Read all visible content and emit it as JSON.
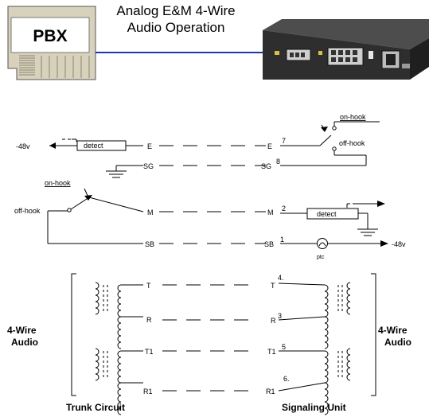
{
  "header": {
    "title_line1": "Analog E&M 4-Wire",
    "title_line2": "Audio Operation",
    "pbx_label": "PBX"
  },
  "signaling": {
    "minus48_left": "-48v",
    "detect_left": "detect",
    "E": "E",
    "SG": "SG",
    "on_hook_top": "on-hook",
    "off_hook_top": "off-hook",
    "pin_E": "7",
    "pin_SG": "8",
    "on_hook_left": "on-hook",
    "off_hook_left": "off-hook",
    "M": "M",
    "pin_M": "2",
    "detect_right": "detect",
    "SB": "SB",
    "pin_SB": "1",
    "ptc": "ptc",
    "minus48_right": "-48v"
  },
  "audio": {
    "T": "T",
    "R": "R",
    "T1": "T1",
    "R1": "R1",
    "pin_T": "4.",
    "pin_R": "3",
    "pin_T1": "5",
    "pin_R1": "6.",
    "left_label_1": "4-Wire",
    "left_label_2": "Audio",
    "right_label_1": "4-Wire",
    "right_label_2": "Audio",
    "trunk_circuit": "Trunk Circuit",
    "signaling_unit": "Signaling Unit"
  },
  "colors": {
    "pbx_box": "#d8d2bc",
    "link_line": "#1f36a8",
    "device_body": "#3a3a3a"
  }
}
